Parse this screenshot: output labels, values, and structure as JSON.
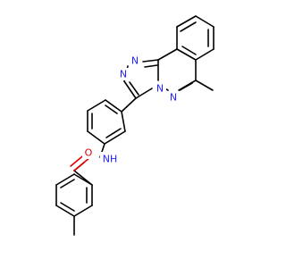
{
  "colors": {
    "carbon_bond": "#000000",
    "nitrogen": "#2020ff",
    "oxygen": "#e00000",
    "background": "#ffffff"
  },
  "atoms": {
    "oxygen": "O",
    "amide_nh": "NH",
    "triazole_n1": "N",
    "triazole_n2": "N",
    "bridgehead_n": "N",
    "pyridazine_n": "N"
  }
}
